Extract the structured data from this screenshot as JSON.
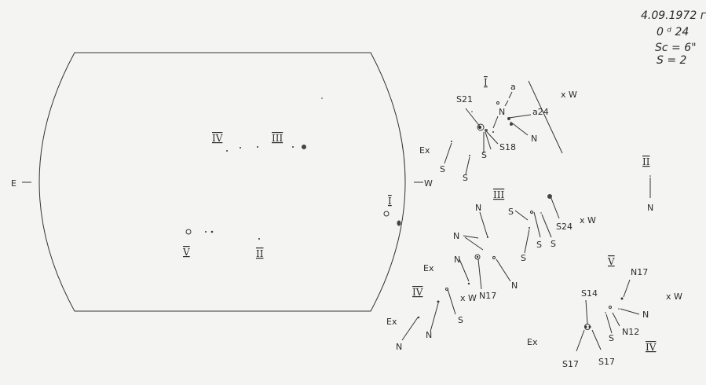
{
  "header": {
    "date": "4.09.1972 г.",
    "time": "0 ᵈ 24",
    "scale": "Sc = 6\"",
    "s": "S = 2"
  },
  "disk": {
    "east": "E",
    "west": "W",
    "groups": [
      "IV",
      "III",
      "I",
      "V",
      "II"
    ]
  },
  "details": {
    "g1": {
      "roman": "I",
      "labels": [
        "a",
        "S21",
        "N",
        "a24",
        "N",
        "S18",
        "S",
        "x W",
        "Ex",
        "S",
        "S"
      ]
    },
    "g2": {
      "roman": "II",
      "labels": [
        "N"
      ]
    },
    "g3": {
      "roman": "III",
      "labels": [
        "N",
        "S",
        "S24",
        "x W",
        "N",
        "S",
        "S",
        "S"
      ]
    },
    "g4": {
      "roman": "IV",
      "labels": [
        "Ex",
        "N",
        "N17",
        "N",
        "x W",
        "Ex",
        "N",
        "N",
        "S",
        "Ex"
      ]
    },
    "g5": {
      "roman": "V",
      "labels": [
        "N17",
        "S14",
        "x W",
        "N",
        "N12",
        "S",
        "S17",
        "S17"
      ],
      "roman2": "IV"
    }
  }
}
